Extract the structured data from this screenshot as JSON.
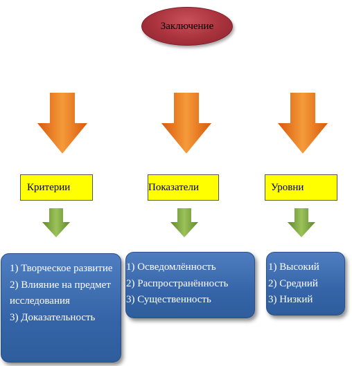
{
  "title": "Заключение",
  "columns": [
    {
      "label": "Критерии",
      "items": [
        "1) Творческое развитие",
        "2) Влияние на предмет исследования",
        "3) Доказательность"
      ]
    },
    {
      "label": "Показатели",
      "items": [
        "1) Осведомлённость",
        "2) Распространённость",
        "3) Существенность"
      ]
    },
    {
      "label": "Уровни",
      "items": [
        "1) Высокий",
        "2) Средний",
        "3) Низкий"
      ]
    }
  ],
  "colors": {
    "oval": "#a8323c",
    "big_arrow": "#f07a1a",
    "small_arrow": "#7fa641",
    "label_fill": "#ffff00",
    "list_fill": "#3565a8"
  },
  "icons": [
    "down-arrow-orange",
    "down-arrow-green"
  ]
}
